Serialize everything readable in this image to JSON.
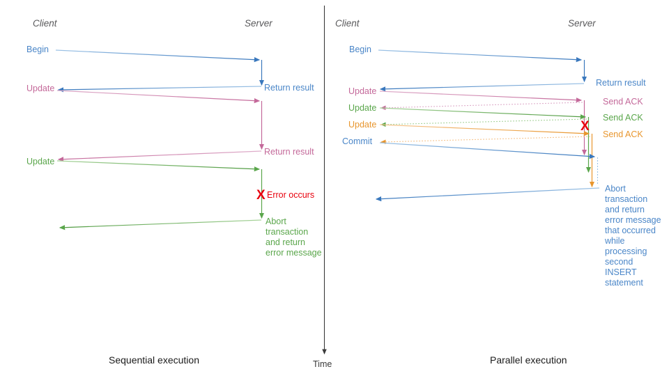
{
  "figure": {
    "title_left": "Sequential execution",
    "title_right": "Parallel execution",
    "time_axis_label": "Time"
  },
  "colors": {
    "blue": "#4a86c8",
    "blue_dark": "#3a78bd",
    "pink": "#c4699a",
    "green": "#5aa64b",
    "orange": "#e8962e",
    "red": "#e8000d",
    "actor": "#59595b",
    "axis": "#3a3a3a",
    "caption": "#1a1a1a"
  },
  "left_panel": {
    "actors": {
      "client": "Client",
      "server": "Server"
    },
    "messages": [
      {
        "label": "Begin",
        "color": "blue",
        "direction": "to-server"
      },
      {
        "label": "Return result",
        "color": "blue",
        "direction": "to-client"
      },
      {
        "label": "Update",
        "color": "pink",
        "direction": "to-server"
      },
      {
        "label": "Return result",
        "color": "pink",
        "direction": "to-client"
      },
      {
        "label": "Update",
        "color": "green",
        "direction": "to-server"
      }
    ],
    "error_marker": {
      "glyph": "X",
      "label": "Error occurs"
    },
    "abort_note": "Abort\ntransaction\nand return\nerror message"
  },
  "right_panel": {
    "actors": {
      "client": "Client",
      "server": "Server"
    },
    "messages": [
      {
        "label": "Begin",
        "color": "blue",
        "direction": "to-server"
      },
      {
        "label": "Return result",
        "color": "blue",
        "direction": "to-client"
      },
      {
        "label": "Update",
        "color": "pink",
        "direction": "to-server"
      },
      {
        "label": "Send ACK",
        "color": "pink",
        "direction": "to-client"
      },
      {
        "label": "Update",
        "color": "green",
        "direction": "to-server"
      },
      {
        "label": "Send ACK",
        "color": "green",
        "direction": "to-client"
      },
      {
        "label": "Update",
        "color": "orange",
        "direction": "to-server"
      },
      {
        "label": "Send ACK",
        "color": "orange",
        "direction": "to-client"
      },
      {
        "label": "Commit",
        "color": "blue",
        "direction": "to-server"
      }
    ],
    "error_marker": {
      "glyph": "X",
      "label": ""
    },
    "abort_note": "Abort\ntransaction\nand return\nerror message\nthat occurred\nwhile\nprocessing\nsecond\nINSERT\nstatement"
  }
}
